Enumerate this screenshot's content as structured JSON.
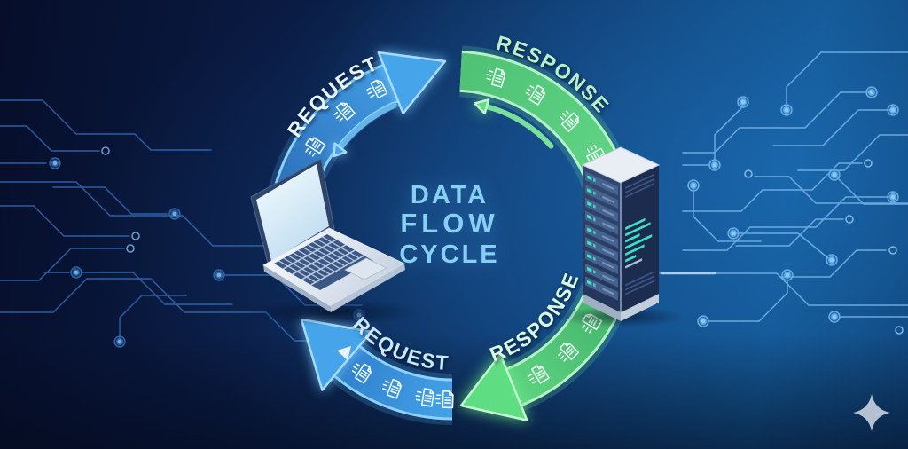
{
  "title": {
    "line1": "DATA",
    "line2": "FLOW",
    "line3": "CYCLE"
  },
  "flow": {
    "segments": [
      {
        "id": "request-top",
        "label": "REQUEST",
        "color": "#3f97e0"
      },
      {
        "id": "response-top",
        "label": "RESPONSE",
        "color": "#57c87a"
      },
      {
        "id": "response-bottom",
        "label": "RESPONSE",
        "color": "#57c87a"
      },
      {
        "id": "request-bottom",
        "label": "REQUEST",
        "color": "#3f97e0"
      }
    ]
  },
  "icons": {
    "client": "laptop-illustration",
    "server": "server-rack-illustration",
    "payload": "document-icon",
    "decoration": "sparkle-icon",
    "background": "circuit-traces"
  },
  "colors": {
    "background_left": "#071430",
    "background_right": "#14578f",
    "request_blue": "#3f97e0",
    "request_blue_edge": "#8ad2f8",
    "response_green": "#57c87a",
    "response_green_edge": "#b4f1c4",
    "title_text": "#87cff5",
    "circuit_line_left": "#3c78c8",
    "circuit_line_right": "#79b9ec"
  }
}
